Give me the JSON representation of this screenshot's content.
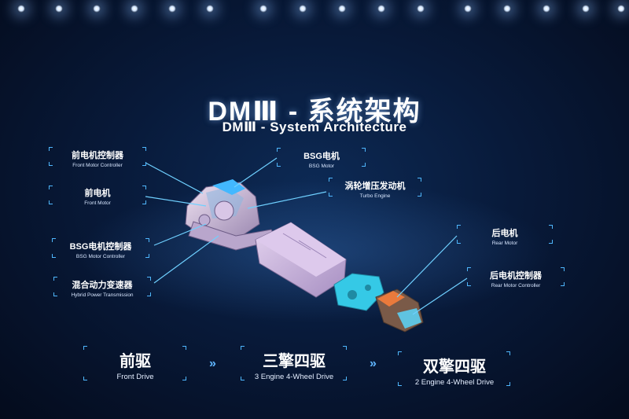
{
  "title": {
    "cn": "DMⅢ - 系统架构",
    "en": "DMⅢ -  System Architecture"
  },
  "components": {
    "front_motor_controller": {
      "cn": "前电机控制器",
      "en": "Front Motor Controller"
    },
    "front_motor": {
      "cn": "前电机",
      "en": "Front Motor"
    },
    "bsg_motor_controller": {
      "cn": "BSG电机控制器",
      "en": "BSG Motor Controller"
    },
    "hybrid_power_transmission": {
      "cn": "混合动力变速器",
      "en": "Hybrid Power Transmission"
    },
    "bsg_motor": {
      "cn": "BSG电机",
      "en": "BSG Motor"
    },
    "turbo_engine": {
      "cn": "涡轮增压发动机",
      "en": "Turbo Engine"
    },
    "rear_motor": {
      "cn": "后电机",
      "en": "Rear Motor"
    },
    "rear_motor_controller": {
      "cn": "后电机控制器",
      "en": "Rear Motor Controller"
    }
  },
  "drive_modes": [
    {
      "cn": "前驱",
      "en": "Front Drive"
    },
    {
      "cn": "三擎四驱",
      "en": "3 Engine 4-Wheel Drive"
    },
    {
      "cn": "双擎四驱",
      "en": "2 Engine 4-Wheel Drive"
    }
  ],
  "arrow_glyph": "»",
  "colors": {
    "accent": "#4fb7ff",
    "background": "#081a3a",
    "battery": "#c9b3dd",
    "rear_unit": "#35c9e6",
    "rear_motor": "#e97a3c"
  }
}
